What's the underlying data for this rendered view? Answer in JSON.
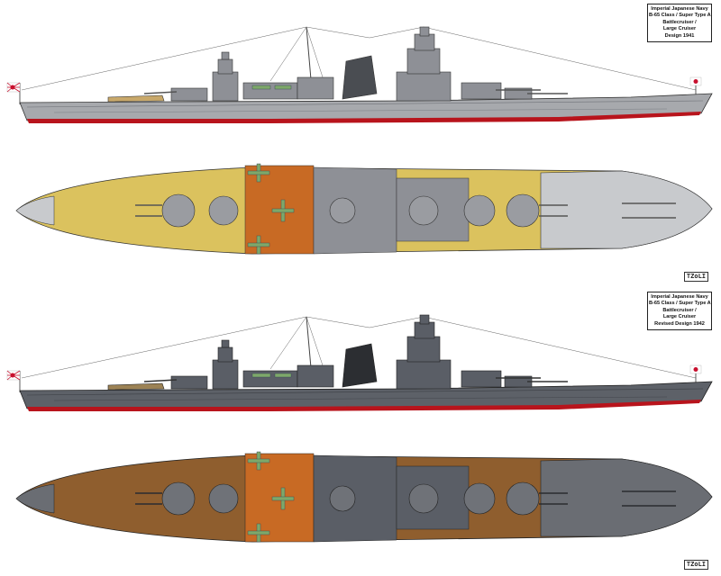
{
  "plates": [
    {
      "id": "design-1941",
      "title_lines": [
        "Imperial Japanese Navy",
        "B-65 Class / Super Type A",
        "Battlecruiser /",
        "Large Cruiser",
        "Design 1941"
      ],
      "signature": "TZoLI",
      "colors": {
        "hull": "#a7a9ad",
        "hull_dark": "#6f7278",
        "boot": "#b8141c",
        "deck_wood": "#dbc25e",
        "deck_aft": "#c8cacd",
        "linoleum": "#c86a24",
        "superstructure": "#8e9096"
      }
    },
    {
      "id": "revised-design-1942",
      "title_lines": [
        "Imperial Japanese Navy",
        "B-65 Class / Super Type A",
        "Battlecruiser /",
        "Large Cruiser",
        "Revised Design 1942"
      ],
      "signature": "TZoLI",
      "colors": {
        "hull": "#5d6168",
        "hull_dark": "#3c3f45",
        "boot": "#b8141c",
        "deck_wood": "#8f5e2e",
        "deck_aft": "#6a6d73",
        "linoleum": "#c86a24",
        "superstructure": "#5a5e66"
      }
    }
  ],
  "flags": {
    "ensign": "rising-sun-flag-icon",
    "jack": "hinomaru-flag-icon"
  }
}
